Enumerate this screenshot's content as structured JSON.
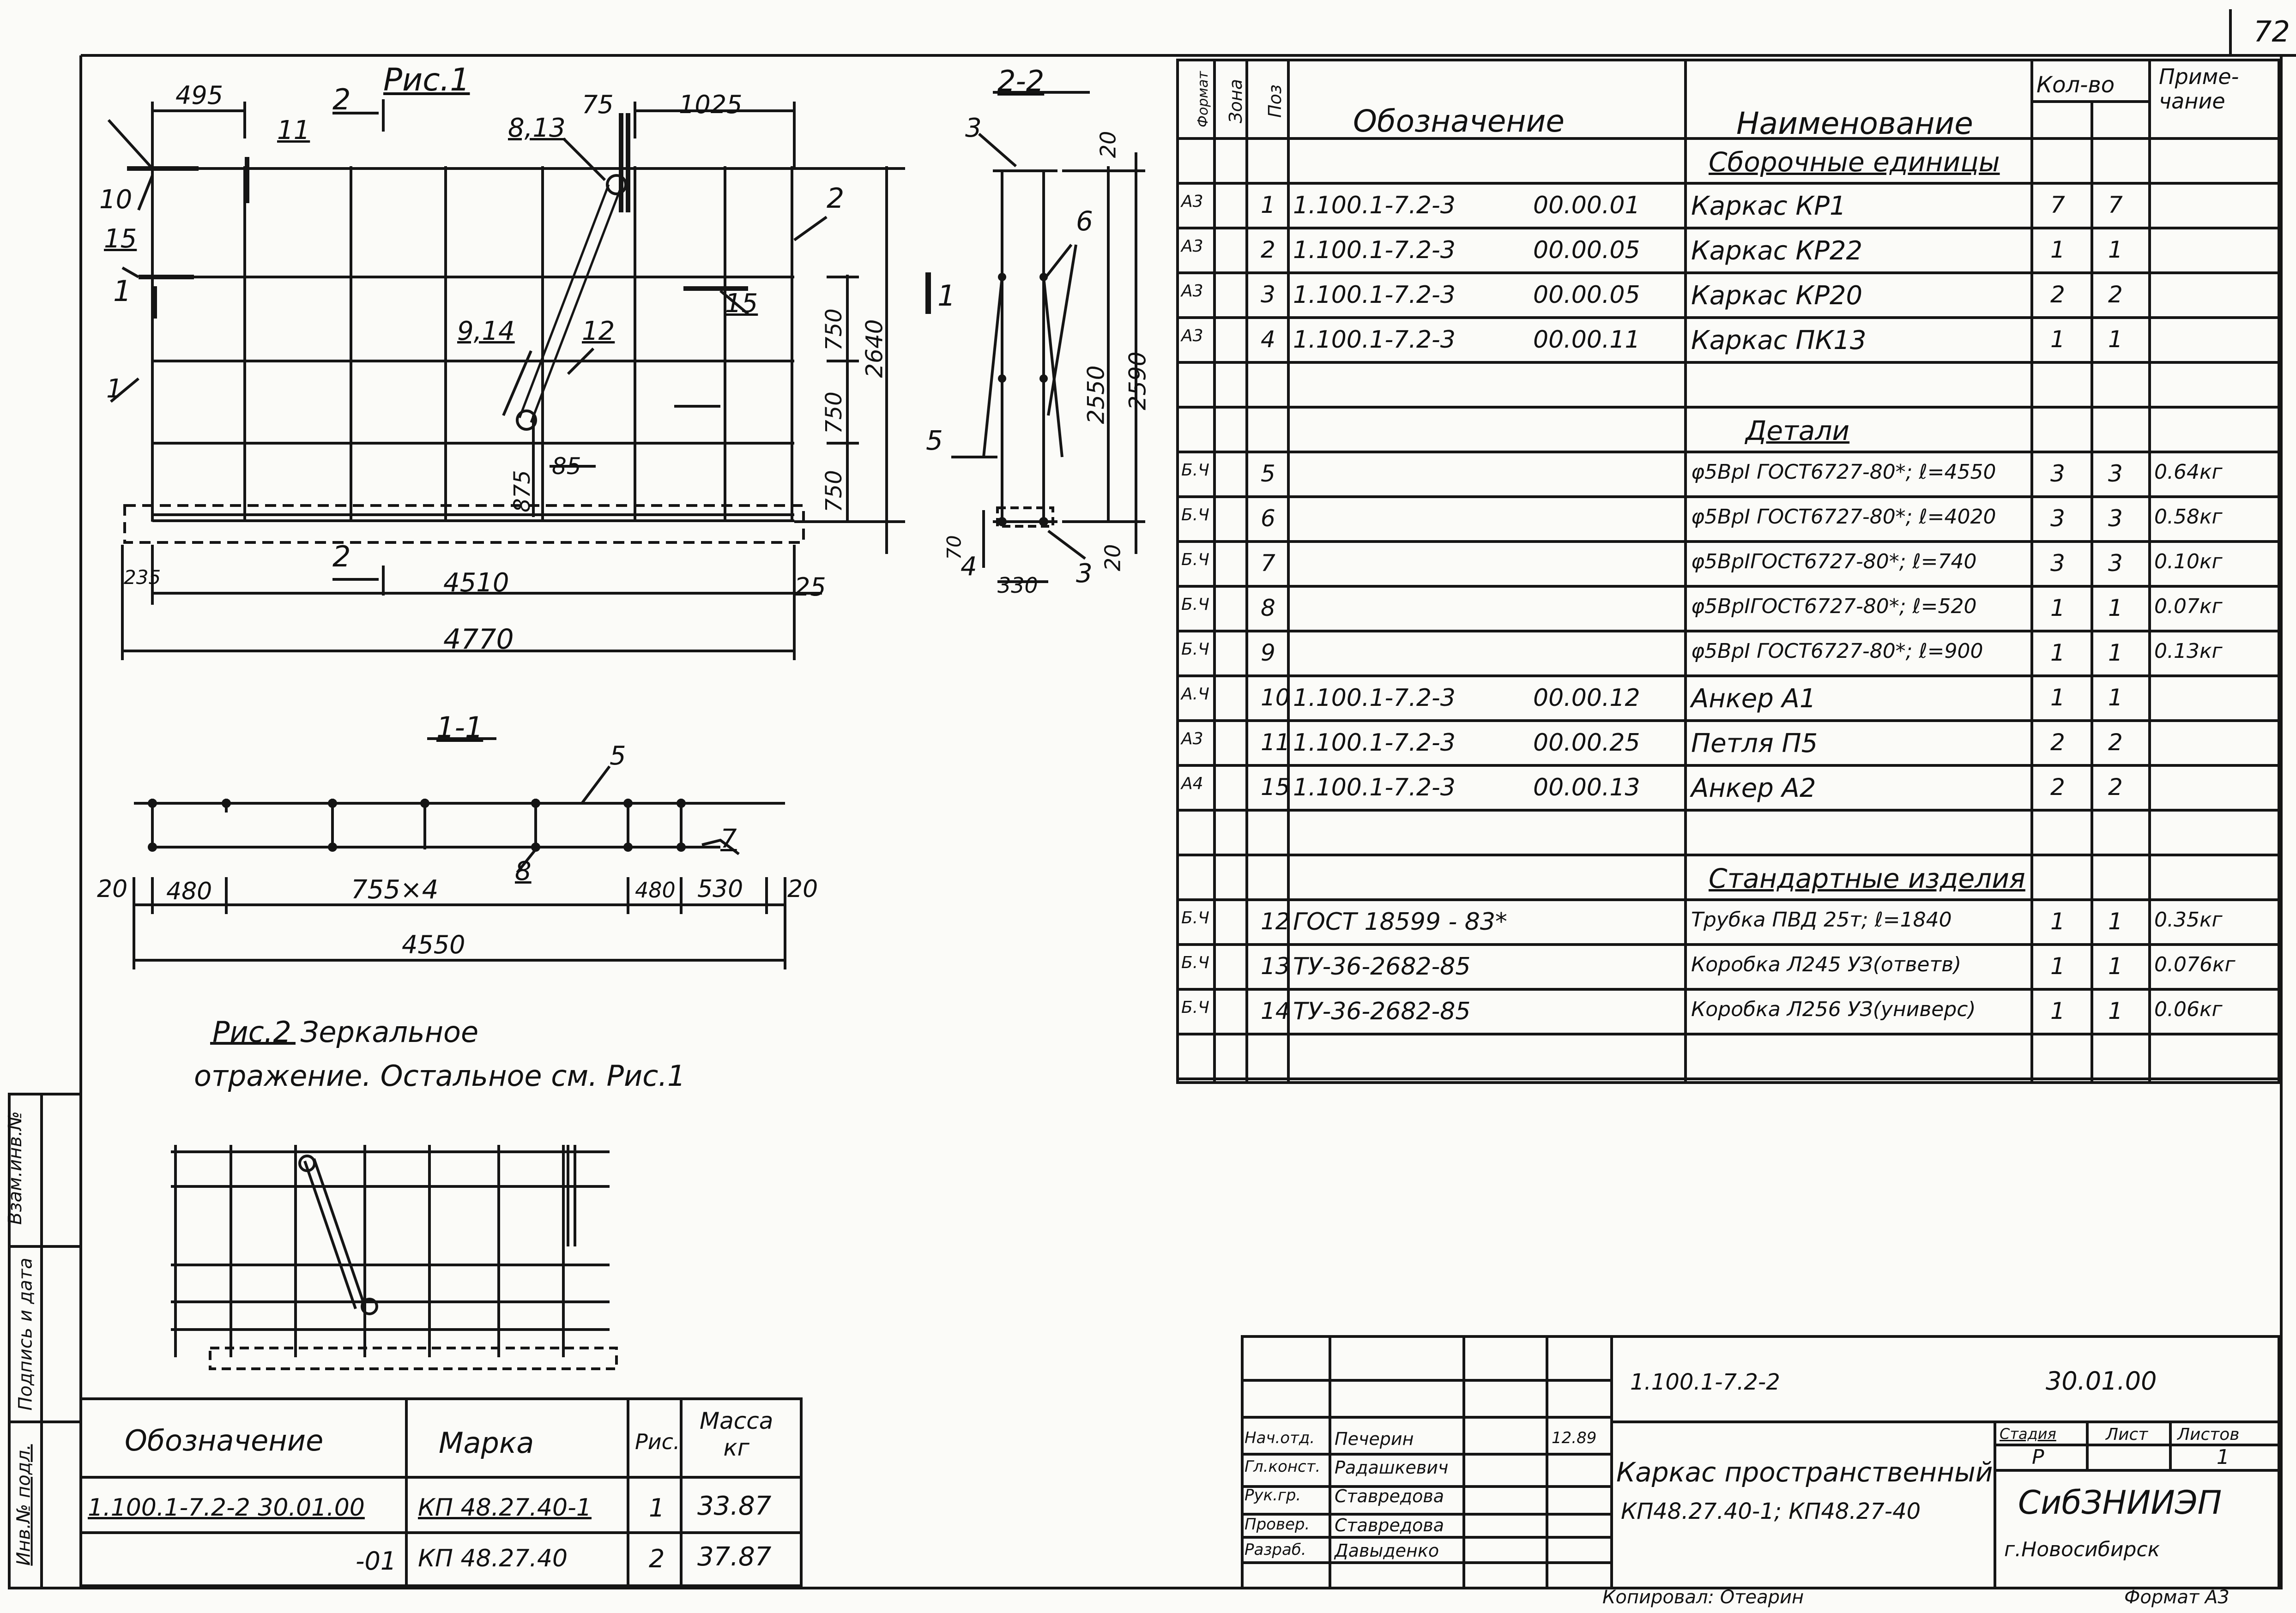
{
  "sheet_number": "72",
  "fig1": {
    "title": "Рис.1",
    "dims": {
      "d495": "495",
      "d1025": "1025",
      "d75": "75",
      "d2640": "2640",
      "d750a": "750",
      "d750b": "750",
      "d750c": "750",
      "d875": "875",
      "d85": "85",
      "d235": "235",
      "d4510": "4510",
      "d25": "25",
      "d4770": "4770"
    },
    "callouts": {
      "c10": "10",
      "c11": "11",
      "c15a": "15",
      "c15b": "15",
      "c1a": "1",
      "c813": "8,13",
      "c914": "9,14",
      "c12": "12",
      "c2": "2",
      "cut2top": "2",
      "cut2bot": "2",
      "cut1": "1"
    }
  },
  "sec22": {
    "title": "2-2",
    "dims": {
      "d20a": "20",
      "d2550": "2550",
      "d2590": "2590",
      "d70": "70",
      "d330": "330",
      "d20b": "20"
    },
    "callouts": {
      "c3a": "3",
      "c6": "6",
      "c5": "5",
      "c4": "4",
      "c3b": "3",
      "cut1": "1"
    }
  },
  "sec11": {
    "title": "1-1",
    "dims": {
      "d20a": "20",
      "d480a": "480",
      "d755": "755×4",
      "d480b": "480",
      "d530": "530",
      "d20b": "20",
      "d4550": "4550"
    },
    "callouts": {
      "c5": "5",
      "c8": "8",
      "c7": "7"
    }
  },
  "fig2": {
    "caption_line1": "Рис.2 Зеркальное",
    "caption_line2": "отражение. Остальное см. Рис.1"
  },
  "spec": {
    "headers": {
      "format": "Формат",
      "zone": "Зона",
      "pos": "Поз",
      "designation": "Обозначение",
      "name": "Наименование",
      "qty": "Кол-во",
      "note": "Приме-\nчание"
    },
    "rows": [
      {
        "format": "",
        "zone": "",
        "pos": "",
        "designation": "",
        "code": "",
        "name": "Сборочные единицы",
        "q1": "",
        "q2": "",
        "note": "",
        "heading": true
      },
      {
        "format": "А3",
        "zone": "",
        "pos": "1",
        "designation": "1.100.1-7.2-3",
        "code": "00.00.01",
        "name": "Каркас КР1",
        "q1": "7",
        "q2": "7",
        "note": ""
      },
      {
        "format": "А3",
        "zone": "",
        "pos": "2",
        "designation": "1.100.1-7.2-3",
        "code": "00.00.05",
        "name": "Каркас КР22",
        "q1": "1",
        "q2": "1",
        "note": ""
      },
      {
        "format": "А3",
        "zone": "",
        "pos": "3",
        "designation": "1.100.1-7.2-3",
        "code": "00.00.05",
        "name": "Каркас КР20",
        "q1": "2",
        "q2": "2",
        "note": ""
      },
      {
        "format": "А3",
        "zone": "",
        "pos": "4",
        "designation": "1.100.1-7.2-3",
        "code": "00.00.11",
        "name": "Каркас ПК13",
        "q1": "1",
        "q2": "1",
        "note": ""
      },
      {
        "format": "",
        "zone": "",
        "pos": "",
        "designation": "",
        "code": "",
        "name": "",
        "q1": "",
        "q2": "",
        "note": ""
      },
      {
        "format": "",
        "zone": "",
        "pos": "",
        "designation": "",
        "code": "",
        "name": "Детали",
        "q1": "",
        "q2": "",
        "note": "",
        "heading": true
      },
      {
        "format": "Б.Ч",
        "zone": "",
        "pos": "5",
        "designation": "",
        "code": "",
        "name": "φ5ВрI ГОСТ6727-80*; ℓ=4550",
        "q1": "3",
        "q2": "3",
        "note": "0.64кг"
      },
      {
        "format": "Б.Ч",
        "zone": "",
        "pos": "6",
        "designation": "",
        "code": "",
        "name": "φ5ВрI ГОСТ6727-80*; ℓ=4020",
        "q1": "3",
        "q2": "3",
        "note": "0.58кг"
      },
      {
        "format": "Б.Ч",
        "zone": "",
        "pos": "7",
        "designation": "",
        "code": "",
        "name": "φ5ВрIГОСТ6727-80*; ℓ=740",
        "q1": "3",
        "q2": "3",
        "note": "0.10кг"
      },
      {
        "format": "Б.Ч",
        "zone": "",
        "pos": "8",
        "designation": "",
        "code": "",
        "name": "φ5ВрIГОСТ6727-80*; ℓ=520",
        "q1": "1",
        "q2": "1",
        "note": "0.07кг"
      },
      {
        "format": "Б.Ч",
        "zone": "",
        "pos": "9",
        "designation": "",
        "code": "",
        "name": "φ5ВрI ГОСТ6727-80*; ℓ=900",
        "q1": "1",
        "q2": "1",
        "note": "0.13кг"
      },
      {
        "format": "А.Ч",
        "zone": "",
        "pos": "10",
        "designation": "1.100.1-7.2-3",
        "code": "00.00.12",
        "name": "Анкер А1",
        "q1": "1",
        "q2": "1",
        "note": ""
      },
      {
        "format": "А3",
        "zone": "",
        "pos": "11",
        "designation": "1.100.1-7.2-3",
        "code": "00.00.25",
        "name": "Петля П5",
        "q1": "2",
        "q2": "2",
        "note": ""
      },
      {
        "format": "А4",
        "zone": "",
        "pos": "15",
        "designation": "1.100.1-7.2-3",
        "code": "00.00.13",
        "name": "Анкер А2",
        "q1": "2",
        "q2": "2",
        "note": ""
      },
      {
        "format": "",
        "zone": "",
        "pos": "",
        "designation": "",
        "code": "",
        "name": "",
        "q1": "",
        "q2": "",
        "note": ""
      },
      {
        "format": "",
        "zone": "",
        "pos": "",
        "designation": "",
        "code": "",
        "name": "Стандартные изделия",
        "q1": "",
        "q2": "",
        "note": "",
        "heading": true
      },
      {
        "format": "Б.Ч",
        "zone": "",
        "pos": "12",
        "designation": "ГОСТ 18599 - 83*",
        "code": "",
        "name": "Трубка ПВД 25т; ℓ=1840",
        "q1": "1",
        "q2": "1",
        "note": "0.35кг"
      },
      {
        "format": "Б.Ч",
        "zone": "",
        "pos": "13",
        "designation": "ТУ-36-2682-85",
        "code": "",
        "name": "Коробка Л245 УЗ(ответв)",
        "q1": "1",
        "q2": "1",
        "note": "0.076кг"
      },
      {
        "format": "Б.Ч",
        "zone": "",
        "pos": "14",
        "designation": "ТУ-36-2682-85",
        "code": "",
        "name": "Коробка Л256 УЗ(универс)",
        "q1": "1",
        "q2": "1",
        "note": "0.06кг"
      },
      {
        "format": "",
        "zone": "",
        "pos": "",
        "designation": "",
        "code": "",
        "name": "",
        "q1": "",
        "q2": "",
        "note": ""
      }
    ]
  },
  "mass_table": {
    "headers": {
      "designation": "Обозначение",
      "mark": "Марка",
      "fig": "Рис.",
      "mass": "Масса\nкг"
    },
    "rows": [
      {
        "designation": "1.100.1-7.2-2 30.01.00",
        "mark": "КП 48.27.40-1",
        "fig": "1",
        "mass": "33.87"
      },
      {
        "designation": "-01",
        "mark": "КП 48.27.40",
        "fig": "2",
        "mass": "37.87"
      }
    ]
  },
  "side_stamp": [
    "Инв.№ подл.",
    "Подпись и дата",
    "Взам.инв.№"
  ],
  "title_block": {
    "doc_code": "1.100.1-7.2-2",
    "doc_sub": "30.01.00",
    "roles": [
      {
        "role": "Нач.отд.",
        "name": "Печерин",
        "date": "12.89"
      },
      {
        "role": "Гл.конст.",
        "name": "Радашкевич",
        "date": ""
      },
      {
        "role": "Рук.гр.",
        "name": "Ставредова",
        "date": ""
      },
      {
        "role": "Провер.",
        "name": "Ставредова",
        "date": ""
      },
      {
        "role": "Разраб.",
        "name": "Давыденко",
        "date": ""
      }
    ],
    "title_line1": "Каркас пространственный",
    "title_line2": "КП48.27.40-1; КП48.27-40",
    "stage_label": "Стадия",
    "sheet_label": "Лист",
    "sheets_label": "Листов",
    "stage": "Р",
    "sheets": "1",
    "org": "СибЗНИИЭП",
    "city": "г.Новосибирск"
  },
  "footer": {
    "copied": "Копировал: Отеарин",
    "format": "Формат А3"
  }
}
